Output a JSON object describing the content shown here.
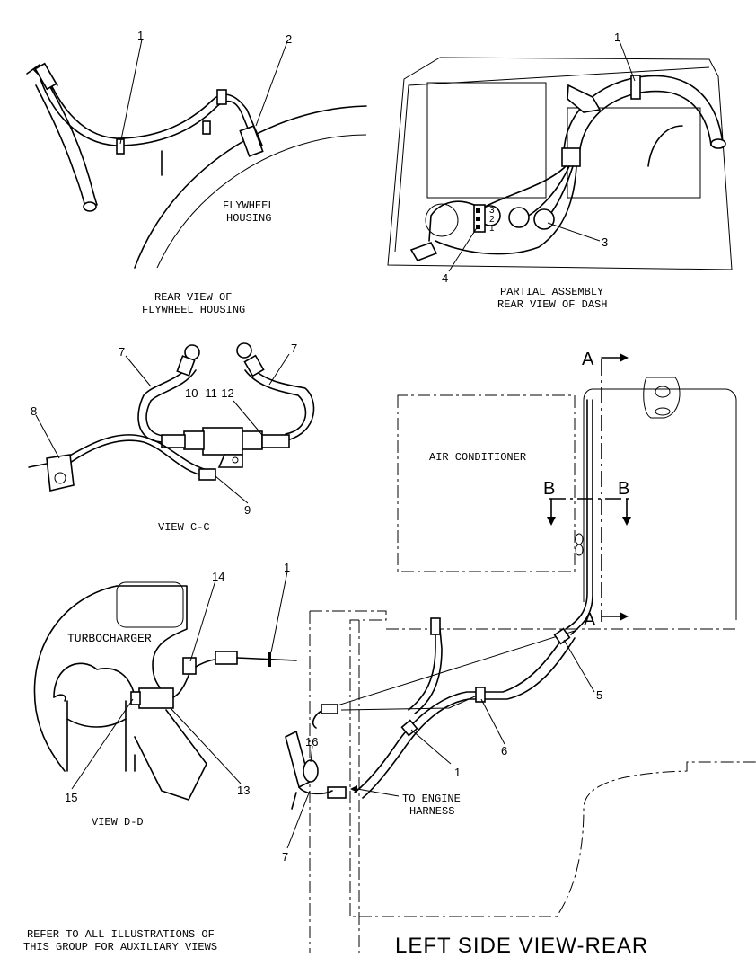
{
  "views": {
    "flywheel": {
      "caption_1": "REAR VIEW OF",
      "caption_2": "FLYWHEEL HOUSING",
      "housing_1": "FLYWHEEL",
      "housing_2": "HOUSING",
      "callouts": [
        "1",
        "2"
      ]
    },
    "dash": {
      "caption_1": "PARTIAL ASSEMBLY",
      "caption_2": "REAR VIEW OF DASH",
      "callouts": [
        "1",
        "3",
        "4"
      ],
      "terminals": [
        "3",
        "2",
        "1"
      ]
    },
    "view_cc": {
      "caption": "VIEW C-C",
      "callouts": [
        "7",
        "7",
        "10 -11-12",
        "8",
        "9"
      ]
    },
    "view_dd": {
      "caption": "VIEW D-D",
      "turbo": "TURBOCHARGER",
      "callouts": [
        "14",
        "1",
        "15",
        "13"
      ]
    },
    "left_side": {
      "caption": "LEFT SIDE VIEW-REAR",
      "air_conditioner": "AIR CONDITIONER",
      "section_a": "A",
      "section_b": "B",
      "engine_harness_1": "TO ENGINE",
      "engine_harness_2": "HARNESS",
      "callouts": [
        "5",
        "6",
        "1",
        "16",
        "7"
      ]
    }
  },
  "note": {
    "line_1": "REFER TO ALL ILLUSTRATIONS OF",
    "line_2": "THIS GROUP FOR AUXILIARY VIEWS"
  }
}
